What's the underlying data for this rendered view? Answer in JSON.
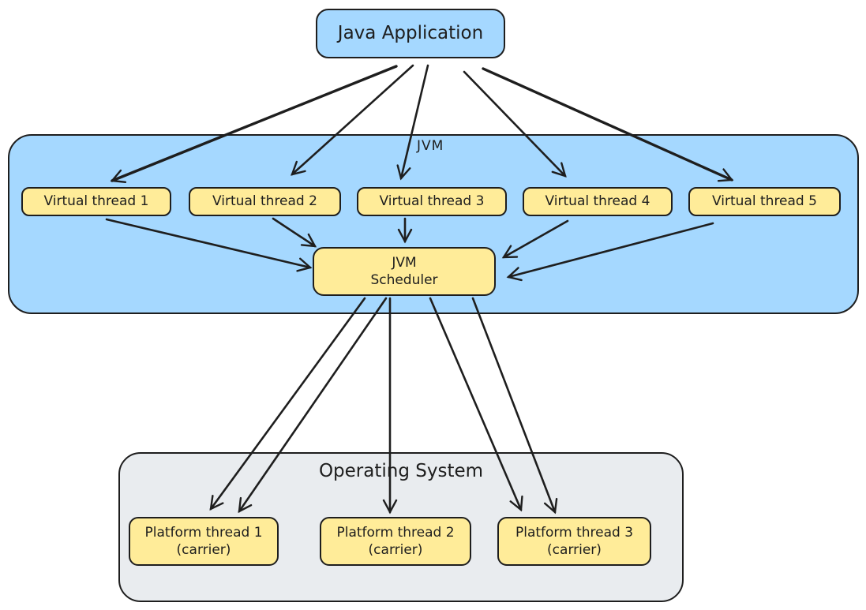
{
  "diagram": {
    "nodes": {
      "java_application": {
        "label": "Java Application"
      },
      "jvm": {
        "label": "JVM"
      },
      "virtual_thread_1": {
        "label": "Virtual thread 1"
      },
      "virtual_thread_2": {
        "label": "Virtual thread 2"
      },
      "virtual_thread_3": {
        "label": "Virtual thread 3"
      },
      "virtual_thread_4": {
        "label": "Virtual thread 4"
      },
      "virtual_thread_5": {
        "label": "Virtual thread 5"
      },
      "jvm_scheduler": {
        "line1": "JVM",
        "line2": "Scheduler"
      },
      "operating_system": {
        "label": "Operating System"
      },
      "platform_thread_1": {
        "line1": "Platform thread 1",
        "line2": "(carrier)"
      },
      "platform_thread_2": {
        "line1": "Platform thread 2",
        "line2": "(carrier)"
      },
      "platform_thread_3": {
        "line1": "Platform thread 3",
        "line2": "(carrier)"
      }
    },
    "edges": [
      {
        "from": "java_application",
        "to": "virtual_thread_1"
      },
      {
        "from": "java_application",
        "to": "virtual_thread_2"
      },
      {
        "from": "java_application",
        "to": "virtual_thread_3"
      },
      {
        "from": "java_application",
        "to": "virtual_thread_4"
      },
      {
        "from": "java_application",
        "to": "virtual_thread_5"
      },
      {
        "from": "virtual_thread_1",
        "to": "jvm_scheduler"
      },
      {
        "from": "virtual_thread_2",
        "to": "jvm_scheduler"
      },
      {
        "from": "virtual_thread_3",
        "to": "jvm_scheduler"
      },
      {
        "from": "virtual_thread_4",
        "to": "jvm_scheduler"
      },
      {
        "from": "virtual_thread_5",
        "to": "jvm_scheduler"
      },
      {
        "from": "jvm_scheduler",
        "to": "platform_thread_1"
      },
      {
        "from": "jvm_scheduler",
        "to": "platform_thread_1"
      },
      {
        "from": "jvm_scheduler",
        "to": "platform_thread_2"
      },
      {
        "from": "jvm_scheduler",
        "to": "platform_thread_3"
      },
      {
        "from": "jvm_scheduler",
        "to": "platform_thread_3"
      }
    ],
    "colors": {
      "node_blue": "#a5d8ff",
      "node_yellow": "#ffec99",
      "container_gray": "#e9ecef",
      "stroke": "#1e1e1e",
      "canvas_background": "#ffffff"
    }
  }
}
